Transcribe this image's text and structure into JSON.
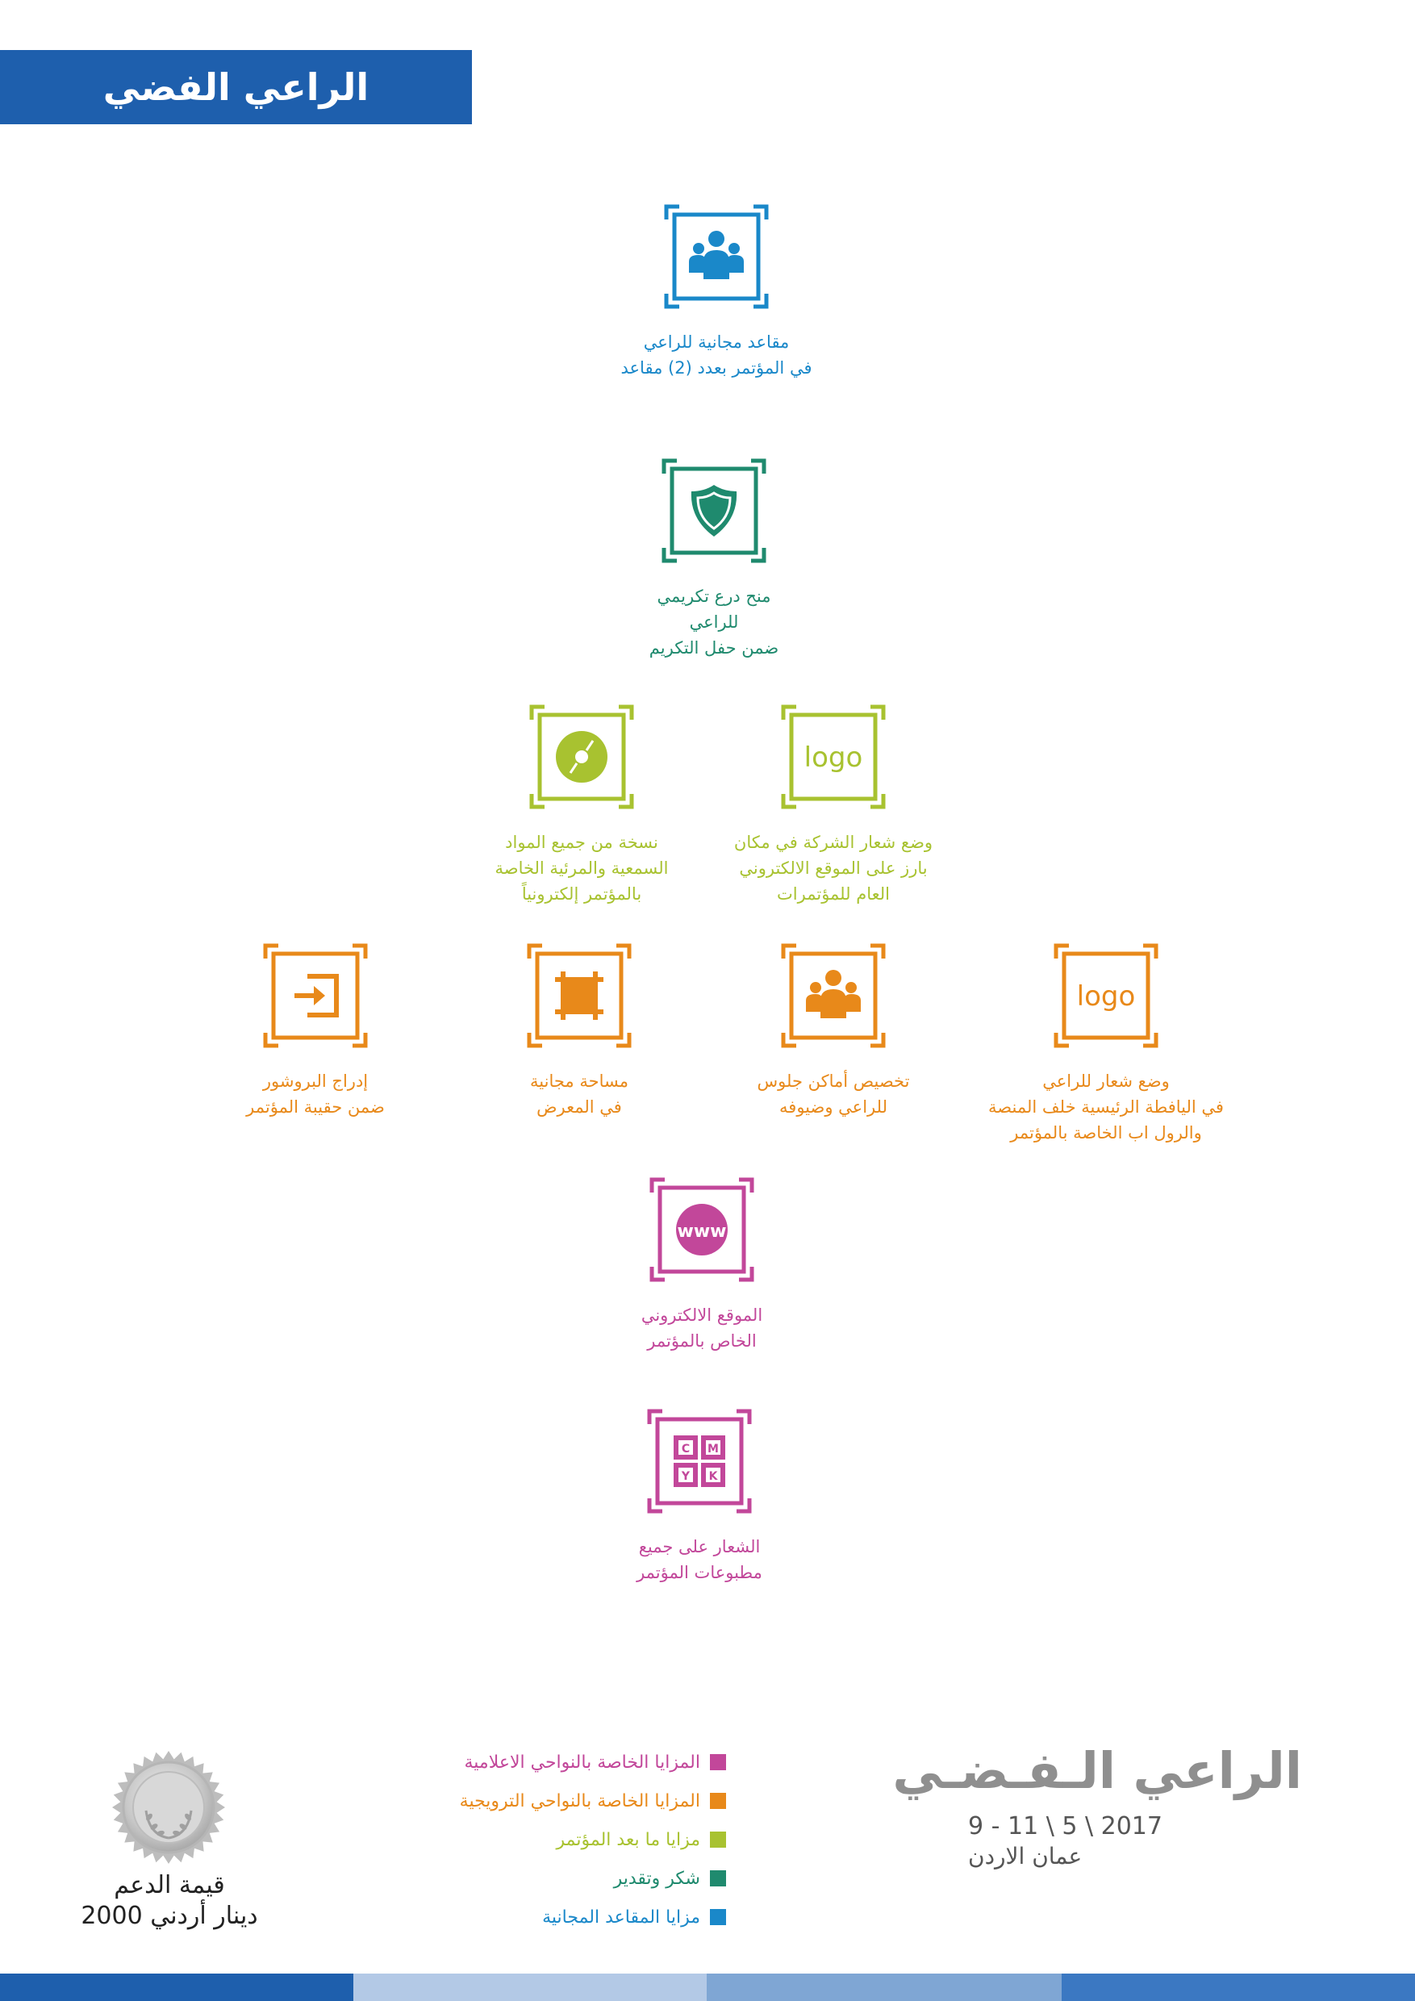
{
  "header": {
    "title": "الراعي الفضي"
  },
  "features": [
    {
      "id": "seats",
      "icon": "group-icon",
      "color": "#1a88c9",
      "caption": "مقاعد مجانية للراعي\nفي المؤتمر بعدد (2) مقاعد"
    },
    {
      "id": "shield",
      "icon": "shield-icon",
      "color": "#1f8a6e",
      "caption": "منح درع تكريمي\nللراعي\nضمن حفل التكريم"
    },
    {
      "id": "cd",
      "icon": "disc-icon",
      "color": "#a8c230",
      "caption": "نسخة من جميع المواد\nالسمعية والمرئية الخاصة\nبالمؤتمر إلكترونياً"
    },
    {
      "id": "logo-web",
      "icon": "logo-icon",
      "color": "#a8c230",
      "caption": "وضع شعار الشركة في مكان\nبارز على الموقع اﻻلكتروني\nالعام للمؤتمرات",
      "logo_text": "logo"
    },
    {
      "id": "brochure",
      "icon": "insert-icon",
      "color": "#e8891a",
      "caption": "إدراج البروشور\nضمن حقيبة المؤتمر"
    },
    {
      "id": "space",
      "icon": "crop-icon",
      "color": "#e8891a",
      "caption": "مساحة مجانية\nفي المعرض"
    },
    {
      "id": "seating",
      "icon": "group-icon",
      "color": "#e8891a",
      "caption": "تخصيص أماكن جلوس\nللراعي وضيوفه"
    },
    {
      "id": "logo-stage",
      "icon": "logo-icon",
      "color": "#e8891a",
      "caption": "وضع شعار للراعي\nفي اليافطة الرئيسية خلف المنصة\nوالرول اب الخاصة بالمؤتمر",
      "logo_text": "logo"
    },
    {
      "id": "website",
      "icon": "www-icon",
      "color": "#c2479a",
      "caption": "الموقع اﻻلكتروني\nالخاص بالمؤتمر",
      "www_text": "www"
    },
    {
      "id": "print",
      "icon": "cmyk-icon",
      "color": "#c2479a",
      "caption": "الشعار على جميع\nمطبوعات المؤتمر",
      "cmyk": [
        "C",
        "M",
        "Y",
        "K"
      ]
    }
  ],
  "legend": [
    {
      "label": "المزايا الخاصة بالنواحي الاعلامية",
      "color": "#c2479a"
    },
    {
      "label": "المزايا الخاصة بالنواحي الترويجية",
      "color": "#e8891a"
    },
    {
      "label": "مزايا ما بعد المؤتمر",
      "color": "#a8c230"
    },
    {
      "label": "شكر وتقدير",
      "color": "#1f8a6e"
    },
    {
      "label": "مزايا المقاعد المجانية",
      "color": "#1a88c9"
    }
  ],
  "footer": {
    "title": "الراعي الـفـضـي",
    "date": "9 - 11 \\ 5 \\ 2017",
    "place": "عمان الاردن",
    "support_label": "قيمة الدعم",
    "support_value": "2000 دينار أردني"
  },
  "bottom_bar_colors": [
    "#1e5fad",
    "#b3c9e6",
    "#7fa6d4",
    "#3b78c2"
  ]
}
